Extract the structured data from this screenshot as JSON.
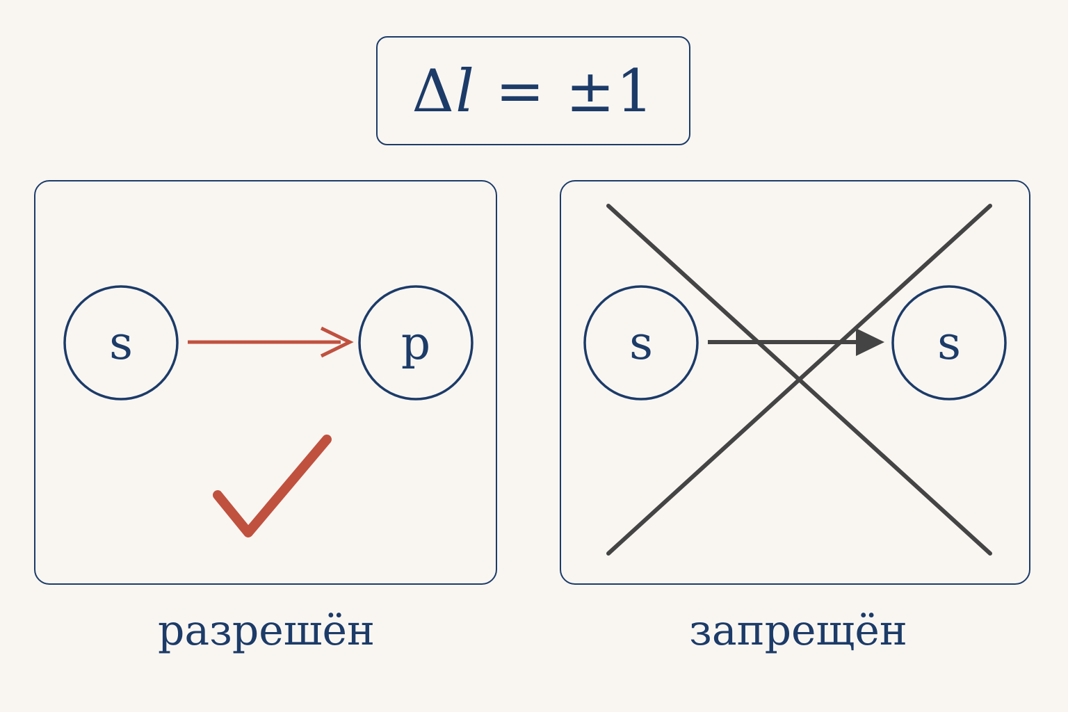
{
  "rule": {
    "delta": "Δ",
    "variable": "l",
    "relation": " = ±1"
  },
  "allowed": {
    "from_label": "s",
    "to_label": "p",
    "caption": "разрешён",
    "status_icon": "check-icon",
    "arrow_color": "#c0513f"
  },
  "forbidden": {
    "from_label": "s",
    "to_label": "s",
    "caption": "запрещён",
    "status_icon": "cross-icon",
    "arrow_color": "#444444"
  },
  "colors": {
    "outline": "#1c3b68",
    "background": "#f9f6f2",
    "allowed_accent": "#c0513f",
    "forbidden_accent": "#444444"
  }
}
